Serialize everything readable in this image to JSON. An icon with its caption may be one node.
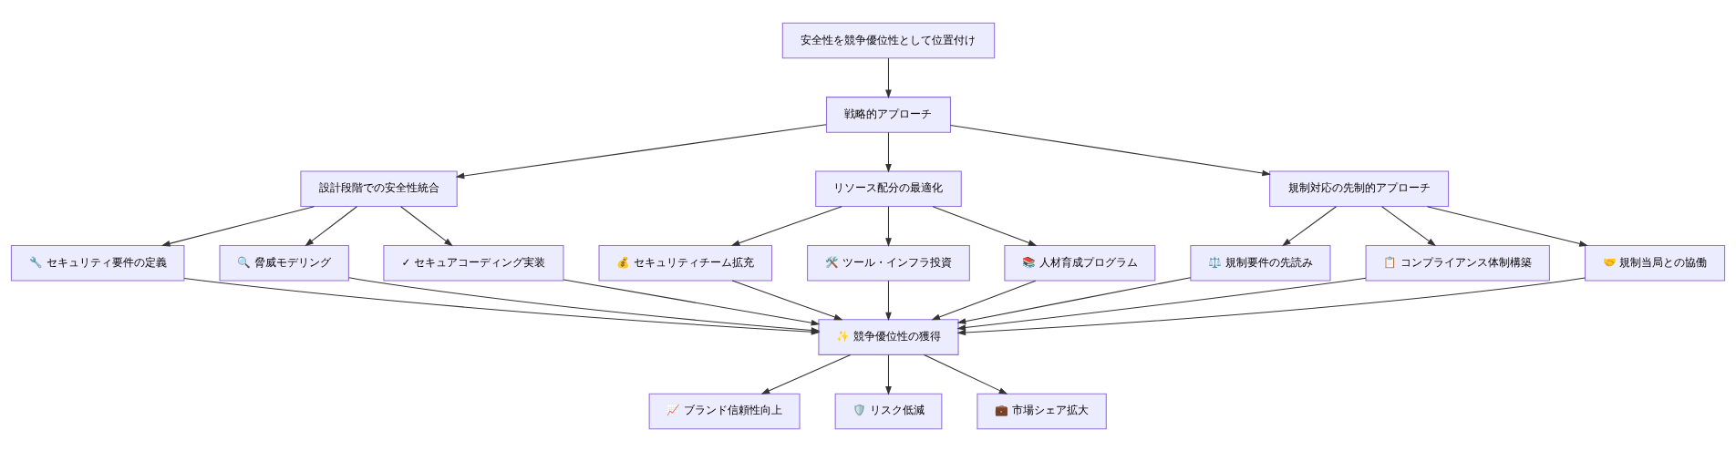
{
  "diagram": {
    "nodes": [
      {
        "text": [
          "安全性を競争優位性として位置付け"
        ]
      },
      {
        "text": [
          "戦略的アプローチ"
        ]
      },
      {
        "text": [
          "設計段階での安全性統合"
        ]
      },
      {
        "text": [
          "リソース配分の最適化"
        ]
      },
      {
        "text": [
          "規制対応の先制的アプローチ"
        ]
      },
      {
        "text": [
          "🔧 セキュリティ要件の定義"
        ]
      },
      {
        "text": [
          "🔍 脅威モデリング"
        ]
      },
      {
        "text": [
          "✓ セキュアコーディング実装"
        ]
      },
      {
        "text": [
          "💰 セキュリティチーム拡充"
        ]
      },
      {
        "text": [
          "🛠️ ツール・インフラ投資"
        ]
      },
      {
        "text": [
          "📚 人材育成プログラム"
        ]
      },
      {
        "text": [
          "⚖️ 規制要件の先読み"
        ]
      },
      {
        "text": [
          "📋 コンプライアンス体制構築"
        ]
      },
      {
        "text": [
          "🤝 規制当局との協働"
        ]
      },
      {
        "text": [
          "✨ 競争優位性の獲得"
        ]
      },
      {
        "text": [
          "📈 ブランド信頼性向上"
        ]
      },
      {
        "text": [
          "🛡️ リスク低減"
        ]
      },
      {
        "text": [
          "💼 市場シェア拡大"
        ]
      }
    ],
    "edges": [
      {
        "from": 0,
        "to": 1,
        "arrow": "to"
      },
      {
        "from": 1,
        "to": 2,
        "arrow": "to"
      },
      {
        "from": 1,
        "to": 3,
        "arrow": "to"
      },
      {
        "from": 1,
        "to": 4,
        "arrow": "to"
      },
      {
        "from": 2,
        "to": 5,
        "arrow": "to"
      },
      {
        "from": 2,
        "to": 6,
        "arrow": "to"
      },
      {
        "from": 2,
        "to": 7,
        "arrow": "to"
      },
      {
        "from": 3,
        "to": 8,
        "arrow": "to"
      },
      {
        "from": 3,
        "to": 9,
        "arrow": "to"
      },
      {
        "from": 3,
        "to": 10,
        "arrow": "to"
      },
      {
        "from": 4,
        "to": 11,
        "arrow": "to"
      },
      {
        "from": 4,
        "to": 12,
        "arrow": "to"
      },
      {
        "from": 4,
        "to": 13,
        "arrow": "to"
      },
      {
        "from": 5,
        "to": 14,
        "arrow": "to"
      },
      {
        "from": 6,
        "to": 14,
        "arrow": "to"
      },
      {
        "from": 7,
        "to": 14,
        "arrow": "to"
      },
      {
        "from": 8,
        "to": 14,
        "arrow": "to"
      },
      {
        "from": 9,
        "to": 14,
        "arrow": "to"
      },
      {
        "from": 10,
        "to": 14,
        "arrow": "to"
      },
      {
        "from": 11,
        "to": 14,
        "arrow": "to"
      },
      {
        "from": 12,
        "to": 14,
        "arrow": "to"
      },
      {
        "from": 13,
        "to": 14,
        "arrow": "to"
      },
      {
        "from": 14,
        "to": 15,
        "arrow": "to"
      },
      {
        "from": 14,
        "to": 16,
        "arrow": "to"
      },
      {
        "from": 14,
        "to": 17,
        "arrow": "to"
      }
    ]
  }
}
